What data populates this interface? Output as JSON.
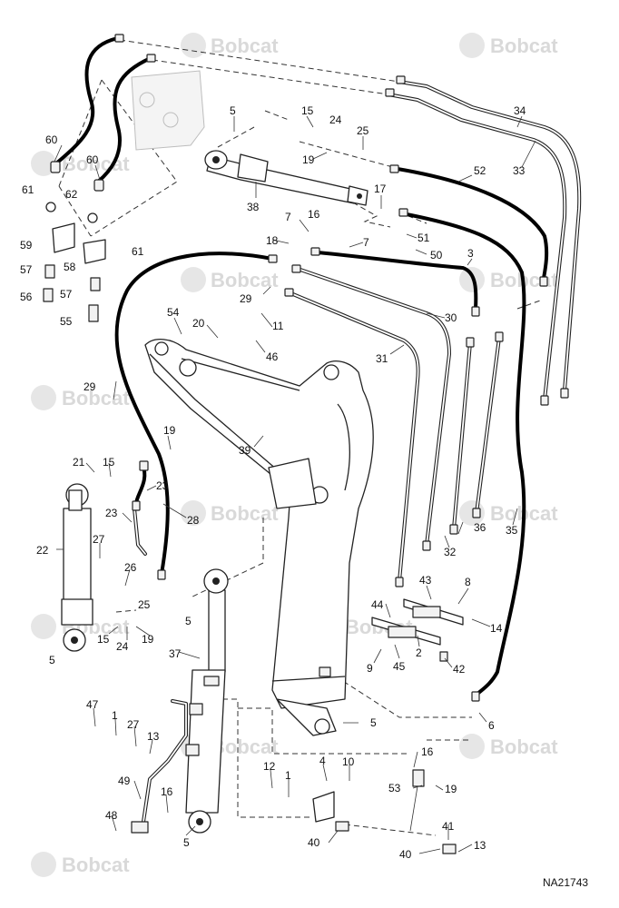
{
  "brand": {
    "watermark_text": "Bobcat",
    "watermark_color": "#d9d9d9"
  },
  "drawing_code": "NA21743",
  "callouts": [
    {
      "id": "c60a",
      "text": "60"
    },
    {
      "id": "c60b",
      "text": "60"
    },
    {
      "id": "c61a",
      "text": "61"
    },
    {
      "id": "c62",
      "text": "62"
    },
    {
      "id": "c59",
      "text": "59"
    },
    {
      "id": "c58",
      "text": "58"
    },
    {
      "id": "c61b",
      "text": "61"
    },
    {
      "id": "c57a",
      "text": "57"
    },
    {
      "id": "c57b",
      "text": "57"
    },
    {
      "id": "c56",
      "text": "56"
    },
    {
      "id": "c55",
      "text": "55"
    },
    {
      "id": "c5a",
      "text": "5"
    },
    {
      "id": "c15a",
      "text": "15"
    },
    {
      "id": "c24a",
      "text": "24"
    },
    {
      "id": "c25a",
      "text": "25"
    },
    {
      "id": "c19a",
      "text": "19"
    },
    {
      "id": "c38",
      "text": "38"
    },
    {
      "id": "c17",
      "text": "17"
    },
    {
      "id": "c16a",
      "text": "16"
    },
    {
      "id": "c7a",
      "text": "7"
    },
    {
      "id": "c7b",
      "text": "7"
    },
    {
      "id": "c18",
      "text": "18"
    },
    {
      "id": "c51",
      "text": "51"
    },
    {
      "id": "c50",
      "text": "50"
    },
    {
      "id": "c52",
      "text": "52"
    },
    {
      "id": "c34",
      "text": "34"
    },
    {
      "id": "c33",
      "text": "33"
    },
    {
      "id": "c3",
      "text": "3"
    },
    {
      "id": "c29a",
      "text": "29"
    },
    {
      "id": "c30",
      "text": "30"
    },
    {
      "id": "c31",
      "text": "31"
    },
    {
      "id": "c54",
      "text": "54"
    },
    {
      "id": "c20",
      "text": "20"
    },
    {
      "id": "c11",
      "text": "11"
    },
    {
      "id": "c46",
      "text": "46"
    },
    {
      "id": "c29b",
      "text": "29"
    },
    {
      "id": "c39",
      "text": "39"
    },
    {
      "id": "c19b",
      "text": "19"
    },
    {
      "id": "c21",
      "text": "21"
    },
    {
      "id": "c15b",
      "text": "15"
    },
    {
      "id": "c23a",
      "text": "23"
    },
    {
      "id": "c23b",
      "text": "23"
    },
    {
      "id": "c28",
      "text": "28"
    },
    {
      "id": "c22",
      "text": "22"
    },
    {
      "id": "c27a",
      "text": "27"
    },
    {
      "id": "c26",
      "text": "26"
    },
    {
      "id": "c25b",
      "text": "25"
    },
    {
      "id": "c15c",
      "text": "15"
    },
    {
      "id": "c24b",
      "text": "24"
    },
    {
      "id": "c19c",
      "text": "19"
    },
    {
      "id": "c5b",
      "text": "5"
    },
    {
      "id": "c5c",
      "text": "5"
    },
    {
      "id": "c36",
      "text": "36"
    },
    {
      "id": "c32",
      "text": "32"
    },
    {
      "id": "c35",
      "text": "35"
    },
    {
      "id": "c43",
      "text": "43"
    },
    {
      "id": "c8",
      "text": "8"
    },
    {
      "id": "c44",
      "text": "44"
    },
    {
      "id": "c14",
      "text": "14"
    },
    {
      "id": "c2",
      "text": "2"
    },
    {
      "id": "c9",
      "text": "9"
    },
    {
      "id": "c45",
      "text": "45"
    },
    {
      "id": "c42",
      "text": "42"
    },
    {
      "id": "c37",
      "text": "37"
    },
    {
      "id": "c6",
      "text": "6"
    },
    {
      "id": "c5d",
      "text": "5"
    },
    {
      "id": "c47",
      "text": "47"
    },
    {
      "id": "c1a",
      "text": "1"
    },
    {
      "id": "c27b",
      "text": "27"
    },
    {
      "id": "c13a",
      "text": "13"
    },
    {
      "id": "c16b",
      "text": "16"
    },
    {
      "id": "c4",
      "text": "4"
    },
    {
      "id": "c10",
      "text": "10"
    },
    {
      "id": "c12",
      "text": "12"
    },
    {
      "id": "c1b",
      "text": "1"
    },
    {
      "id": "c49",
      "text": "49"
    },
    {
      "id": "c16c",
      "text": "16"
    },
    {
      "id": "c53",
      "text": "53"
    },
    {
      "id": "c19d",
      "text": "19"
    },
    {
      "id": "c48",
      "text": "48"
    },
    {
      "id": "c5e",
      "text": "5"
    },
    {
      "id": "c40a",
      "text": "40"
    },
    {
      "id": "c41",
      "text": "41"
    },
    {
      "id": "c40b",
      "text": "40"
    },
    {
      "id": "c13b",
      "text": "13"
    }
  ]
}
